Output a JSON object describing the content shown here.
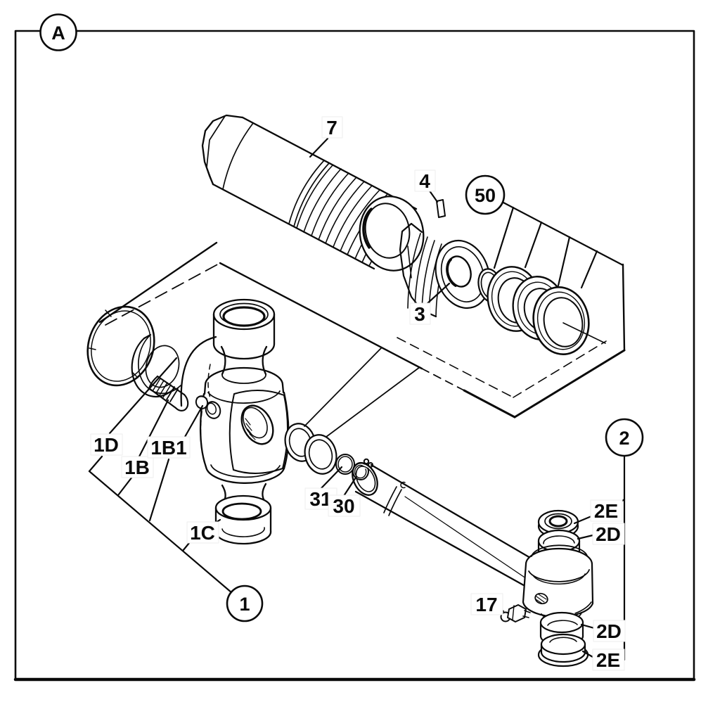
{
  "diagram": {
    "view_label": "A",
    "callouts": {
      "barrel": "7",
      "pin": "4",
      "gland": "3",
      "seal_kit": "50",
      "oring_1d": "1D",
      "adapter_1b": "1B",
      "plug_1b1": "1B1",
      "bush_1c": "1C",
      "ring_31": "31",
      "circlip_30": "30",
      "assembly_main": "1",
      "assembly_rod_end": "2",
      "seal_2e_top": "2E",
      "bush_2d_top": "2D",
      "grease_nipple_17": "17",
      "bush_2d_bottom": "2D",
      "seal_2e_bottom": "2E"
    },
    "colors": {
      "line": "#0a0a0a",
      "background": "#ffffff"
    }
  }
}
